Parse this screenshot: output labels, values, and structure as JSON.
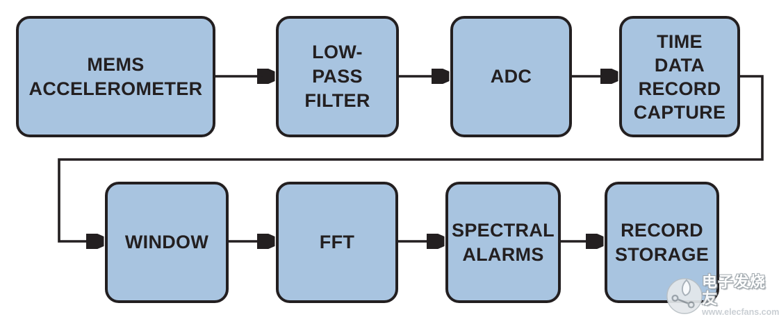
{
  "diagram": {
    "title_semantic": "MEMS accelerometer vibration monitoring signal chain",
    "background_color": "#ffffff",
    "block_fill_color": "#a8c4e0",
    "block_border_color": "#231f20",
    "arrow_color": "#231f20",
    "blocks": [
      {
        "label": "MEMS\nACCELEROMETER"
      },
      {
        "label": "LOW-\nPASS\nFILTER"
      },
      {
        "label": "ADC"
      },
      {
        "label": "TIME\nDATA\nRECORD\nCAPTURE"
      },
      {
        "label": "WINDOW"
      },
      {
        "label": "FFT"
      },
      {
        "label": "SPECTRAL\nALARMS"
      },
      {
        "label": "RECORD\nSTORAGE"
      }
    ],
    "flow": [
      "MEMS ACCELEROMETER -> LOW-PASS FILTER",
      "LOW-PASS FILTER -> ADC",
      "ADC -> TIME DATA RECORD CAPTURE",
      "TIME DATA RECORD CAPTURE -> WINDOW",
      "WINDOW -> FFT",
      "FFT -> SPECTRAL ALARMS",
      "SPECTRAL ALARMS -> RECORD STORAGE"
    ]
  },
  "watermark": {
    "brand": "电子发烧友",
    "url": "www.elecfans.com"
  }
}
